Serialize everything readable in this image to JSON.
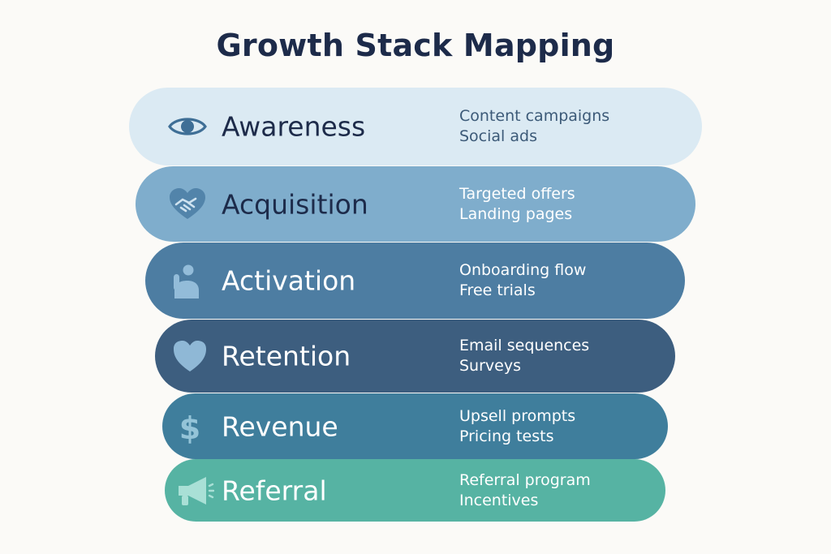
{
  "title": "Growth Stack Mapping",
  "colors": {
    "background": "#fbfaf7",
    "title": "#1d2b4a"
  },
  "stages": [
    {
      "label": "Awareness",
      "icon": "eye-icon",
      "fill": "#dbeaf3",
      "text": "#1d2b4a",
      "tactic_color": "#3c5a78",
      "icon_color": "#3f6f96",
      "tactics": [
        "Content campaigns",
        "Social ads"
      ]
    },
    {
      "label": "Acquisition",
      "icon": "handshake-heart-icon",
      "fill": "#7fadcc",
      "text": "#1d2b4a",
      "tactic_color": "#ffffff",
      "icon_color": "#4e7fa6",
      "tactics": [
        "Targeted offers",
        "Landing pages"
      ]
    },
    {
      "label": "Activation",
      "icon": "user-raised-hand-icon",
      "fill": "#4d7da2",
      "text": "#ffffff",
      "tactic_color": "#ffffff",
      "icon_color": "#93bcd9",
      "tactics": [
        "Onboarding flow",
        "Free trials"
      ]
    },
    {
      "label": "Retention",
      "icon": "heart-icon",
      "fill": "#3d5e7f",
      "text": "#ffffff",
      "tactic_color": "#ffffff",
      "icon_color": "#8fb8d6",
      "tactics": [
        "Email sequences",
        "Surveys"
      ]
    },
    {
      "label": "Revenue",
      "icon": "dollar-icon",
      "fill": "#3f7e9c",
      "text": "#ffffff",
      "tactic_color": "#ffffff",
      "icon_color": "#94c4d8",
      "tactics": [
        "Upsell prompts",
        "Pricing tests"
      ]
    },
    {
      "label": "Referral",
      "icon": "megaphone-icon",
      "fill": "#56b3a3",
      "text": "#ffffff",
      "tactic_color": "#ffffff",
      "icon_color": "#a9e0d6",
      "tactics": [
        "Referral program",
        "Incentives"
      ]
    }
  ]
}
